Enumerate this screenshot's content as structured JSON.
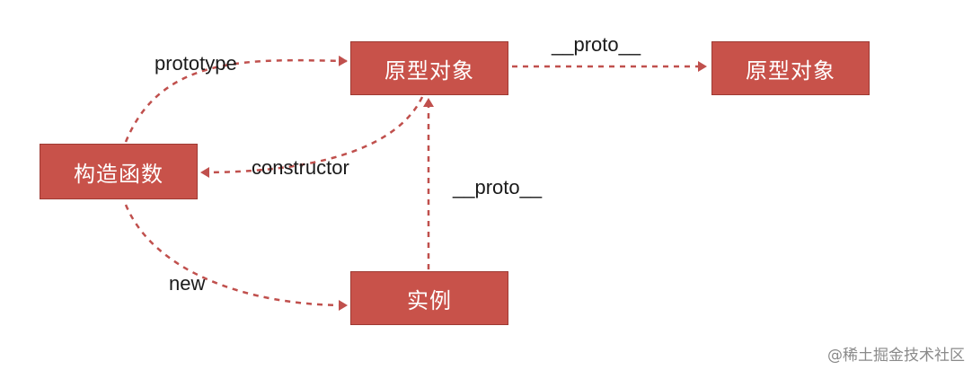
{
  "nodes": {
    "constructor_function": "构造函数",
    "prototype_object_1": "原型对象",
    "prototype_object_2": "原型对象",
    "instance": "实例"
  },
  "edges": {
    "prototype": "prototype",
    "constructor": "constructor",
    "new": "new",
    "proto_top": "__proto__",
    "proto_mid": "__proto__"
  },
  "colors": {
    "node_fill": "#c8524a",
    "arrow": "#c0504d"
  },
  "watermark": "@稀土掘金技术社区"
}
